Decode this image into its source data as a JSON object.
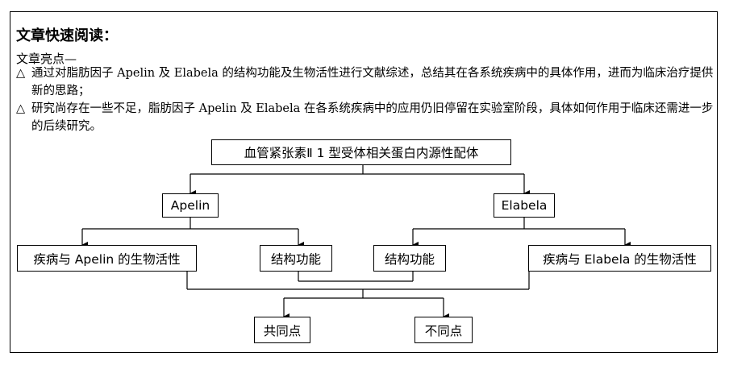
{
  "heading": {
    "title": "文章快速阅读：",
    "subtitle": "文章亮点—"
  },
  "highlights": [
    {
      "mark": "△",
      "text": "通过对脂肪因子 Apelin 及 Elabela 的结构功能及生物活性进行文献综述，总结其在各系统疾病中的具体作用，进而为临床治疗提供新的思路；"
    },
    {
      "mark": "△",
      "text": "研究尚存在一些不足，脂肪因子 Apelin 及 Elabela 在各系统疾病中的应用仍旧停留在实验室阶段，具体如何作用于临床还需进一步的后续研究。"
    }
  ],
  "diagram": {
    "root": "血管紧张素Ⅱ 1 型受体相关蛋白内源性配体",
    "apelin": "Apelin",
    "elabela": "Elabela",
    "apelin_bio": "疾病与 Apelin 的生物活性",
    "apelin_struct": "结构功能",
    "elabela_struct": "结构功能",
    "elabela_bio": "疾病与 Elabela 的生物活性",
    "common": "共同点",
    "different": "不同点"
  }
}
